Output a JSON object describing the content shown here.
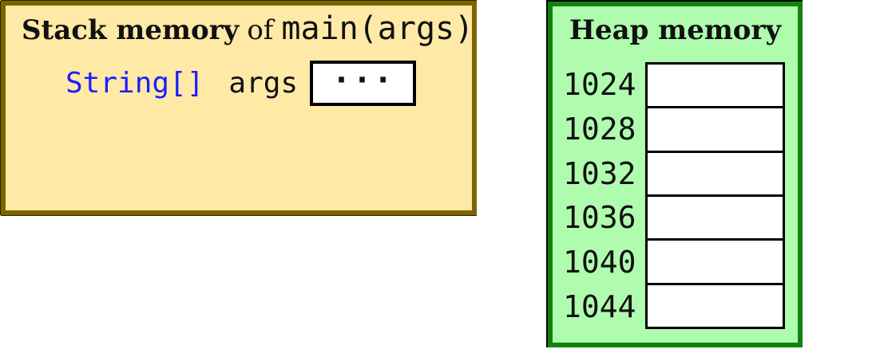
{
  "stack": {
    "title_bold": "Stack memory",
    "title_connector": "of",
    "title_code": "main(args)",
    "variable": {
      "type": "String[]",
      "name": "args",
      "slot_value": "···"
    }
  },
  "heap": {
    "title": "Heap memory",
    "addresses": [
      "1024",
      "1028",
      "1032",
      "1036",
      "1040",
      "1044"
    ],
    "cell_count": 6
  },
  "colors": {
    "stack_fill": "#FFE9A6",
    "stack_border": "#7E6500",
    "heap_fill": "#AFFCAF",
    "heap_border": "#0E830E",
    "type_keyword_blue": "#1E1EFF",
    "cell_fill": "#FFFFFF",
    "cell_border": "#000000"
  }
}
